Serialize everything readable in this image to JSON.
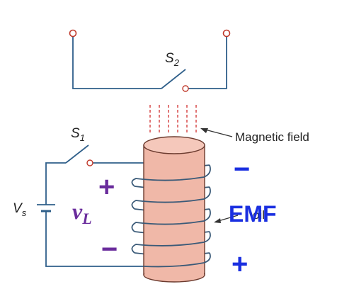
{
  "labels": {
    "switch1": "S",
    "switch1_sub": "1",
    "switch2": "S",
    "switch2_sub": "2",
    "source": "V",
    "source_sub": "s",
    "magnetic_field": "Magnetic field",
    "coil_text": "oil",
    "inductor_voltage": "v",
    "inductor_voltage_sub": "L",
    "emf": "EMF",
    "plus_left": "+",
    "minus_left": "−",
    "minus_right": "−",
    "plus_right": "+"
  },
  "colors": {
    "wire": "#2f5f8a",
    "terminal": "#c0392b",
    "field_lines": "#d43c3c",
    "coil_fill": "#f0b8a8",
    "coil_stroke": "#6b3a2e",
    "winding": "#3a5a78",
    "annotation_purple": "#6a2c9c",
    "annotation_blue": "#1a2fe0",
    "label": "#222222"
  }
}
